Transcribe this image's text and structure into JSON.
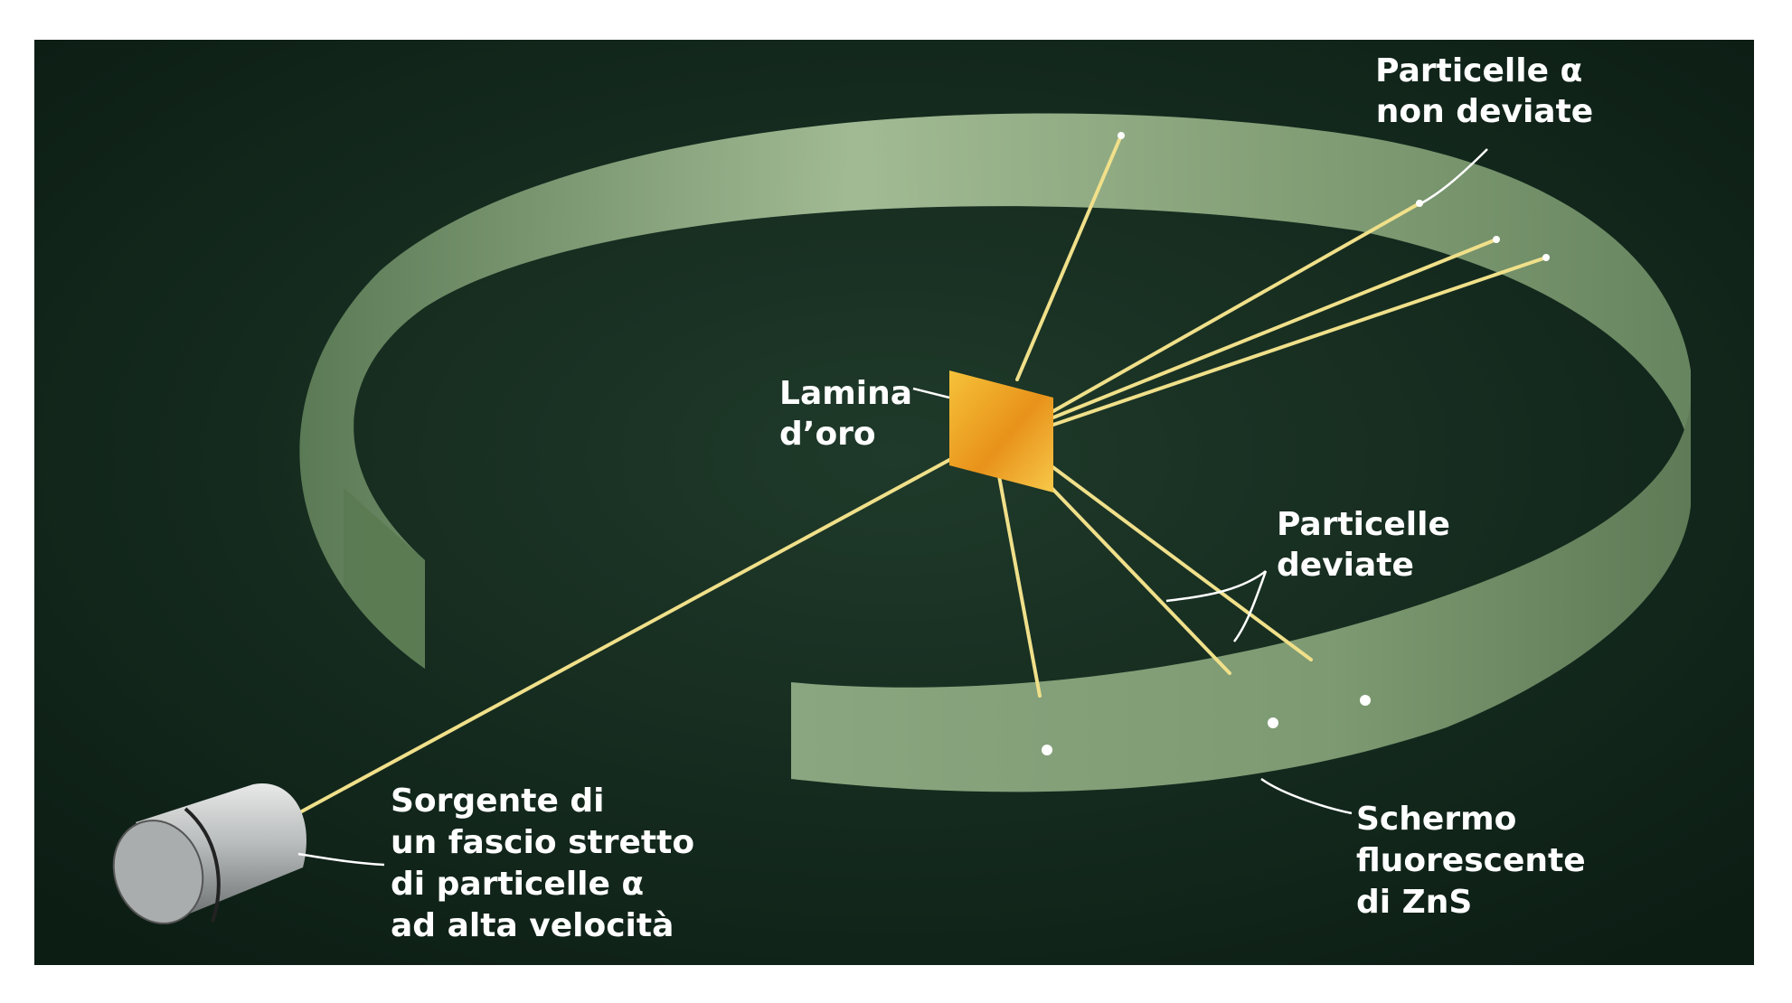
{
  "labels": {
    "undeflected_line1": "Particelle α",
    "undeflected_line2": "non deviate",
    "foil_line1": "Lamina",
    "foil_line2": "d’oro",
    "deflected_line1": "Particelle",
    "deflected_line2": "deviate",
    "source_line1": "Sorgente di",
    "source_line2": "un fascio stretto",
    "source_line3": "di particelle α",
    "source_line4": "ad alta velocità",
    "screen_line1": "Schermo",
    "screen_line2": "fluorescente",
    "screen_line3": "di ZnS"
  },
  "colors": {
    "background": "#10241a",
    "screen": "#7a9a6e",
    "beam": "#f0e08a",
    "foil": "#f2a81e",
    "text": "#ffffff"
  }
}
